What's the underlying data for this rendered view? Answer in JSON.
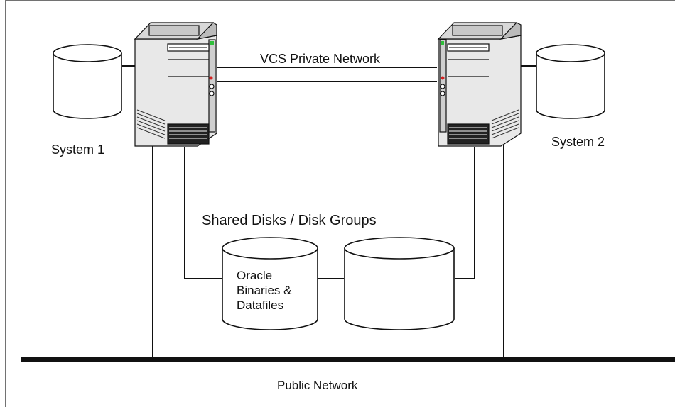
{
  "labels": {
    "private_network": "VCS Private Network",
    "system1": "System 1",
    "system2": "System 2",
    "shared_disks": "Shared Disks / Disk Groups",
    "oracle_line1": "Oracle",
    "oracle_line2": "Binaries &",
    "oracle_line3": "Datafiles",
    "public_network": "Public Network"
  },
  "colors": {
    "line": "#111111",
    "frame": "#444444",
    "server_led": "#2fbf3a",
    "server_indicator": "#d42020"
  }
}
